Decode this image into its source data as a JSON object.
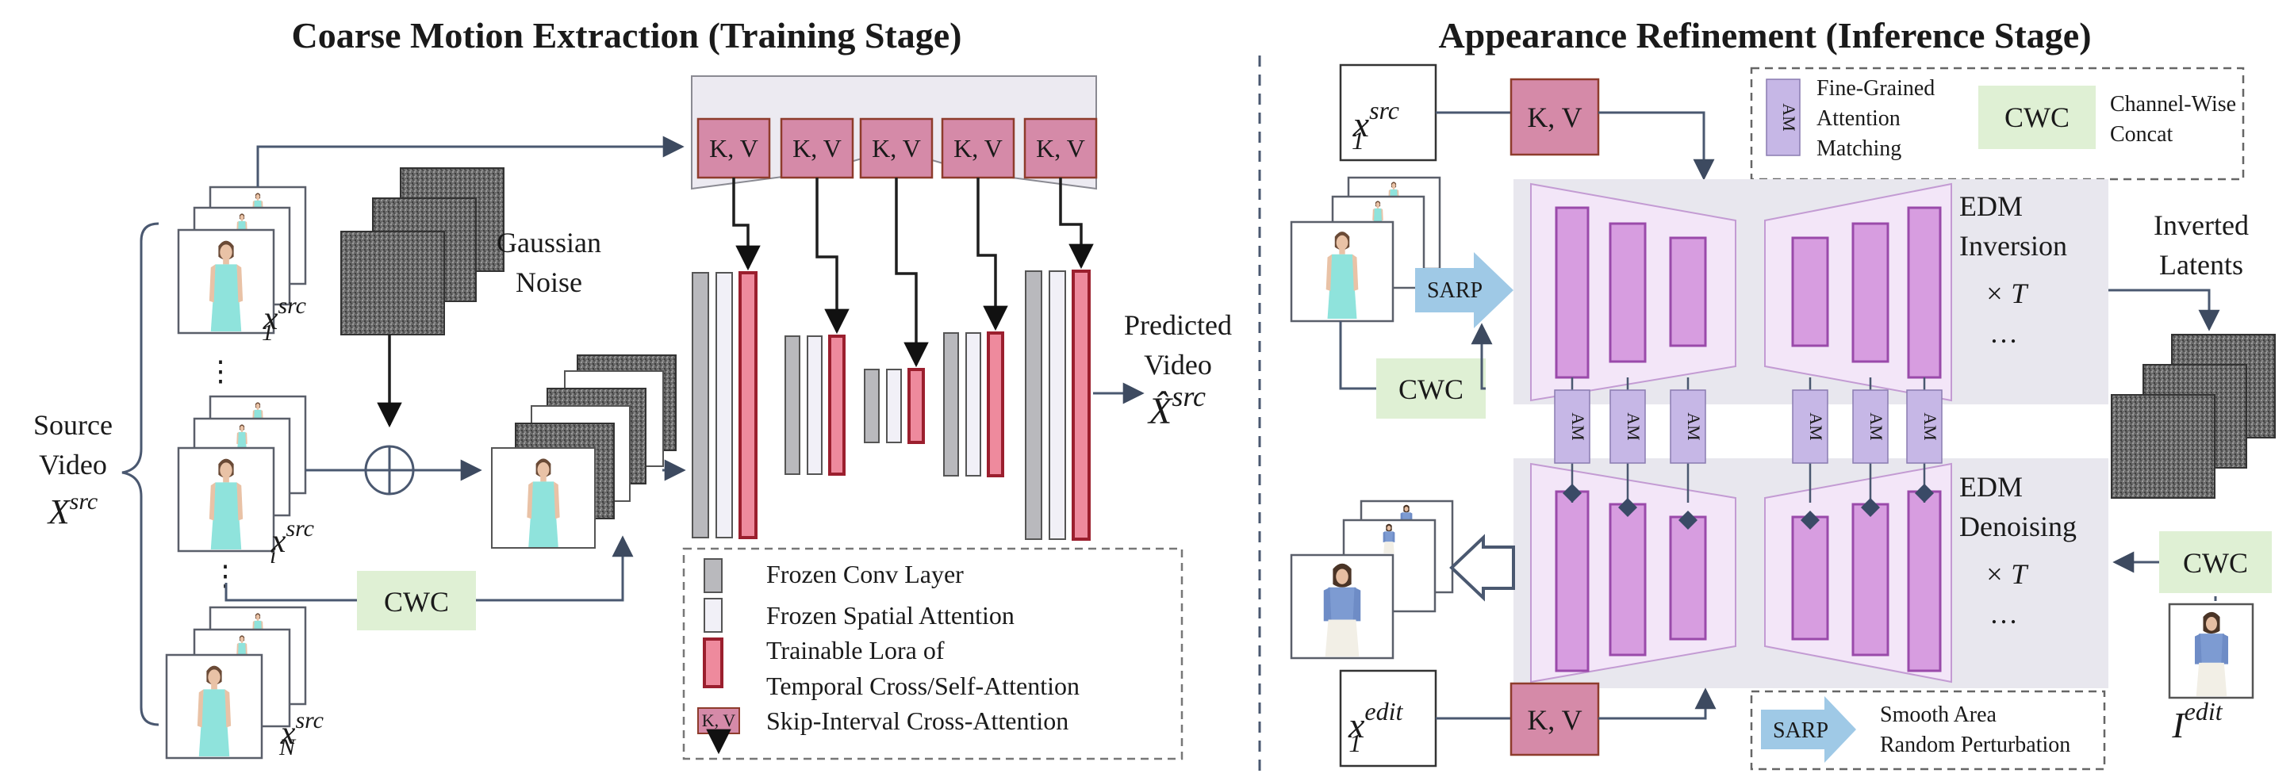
{
  "left_panel": {
    "title": "Coarse Motion Extraction (Training Stage)",
    "source_video_label": [
      "Source",
      "Video"
    ],
    "source_symbol": "X",
    "source_symbol_sup": "src",
    "frame_labels": [
      {
        "base": "x",
        "sub": "1",
        "sup": "src"
      },
      {
        "base": "x",
        "sub": "i",
        "sup": "src"
      },
      {
        "base": "x",
        "sub": "N",
        "sup": "src"
      }
    ],
    "ellipsis": "⋮",
    "noise_label": [
      "Gaussian",
      "Noise"
    ],
    "kv_label": "K, V",
    "cwc_label": "CWC",
    "predicted_label": [
      "Predicted",
      "Video"
    ],
    "predicted_symbol": "X̂",
    "predicted_symbol_sup": "src",
    "legend": [
      "Frozen Conv Layer",
      "Frozen Spatial Attention",
      "Trainable Lora of",
      "Temporal Cross/Self-Attention",
      "Skip-Interval Cross-Attention"
    ]
  },
  "right_panel": {
    "title": "Appearance Refinement (Inference Stage)",
    "x1_src": {
      "base": "x",
      "sub": "1",
      "sup": "src"
    },
    "x1_edit": {
      "base": "x",
      "sub": "1",
      "sup": "edit"
    },
    "i_edit": {
      "base": "I",
      "sup": "edit"
    },
    "kv_label": "K, V",
    "sarp_label": "SARP",
    "cwc_label": "CWC",
    "am_label": "AM",
    "inversion_label": [
      "EDM",
      "Inversion"
    ],
    "denoising_label": [
      "EDM",
      "Denoising"
    ],
    "times_t": "× T",
    "dots": "…",
    "inverted_label": [
      "Inverted",
      "Latents"
    ],
    "legend_top": {
      "am_text": [
        "Fine-Grained",
        "Attention",
        "Matching"
      ],
      "cwc_text": [
        "Channel-Wise",
        "Concat"
      ]
    },
    "legend_bottom": {
      "sarp_text": [
        "Smooth Area",
        "Random Perturbation"
      ]
    }
  },
  "colors": {
    "kv_fill": "#d58aa8",
    "kv_border": "#8e3c2c",
    "lora_fill": "#ee8a9d",
    "lora_border": "#9b1f2e",
    "conv_fill": "#b9b9bd",
    "spatial_fill": "#f1f0f7",
    "cwc_fill": "#dff0d4",
    "sarp_fill": "#9fc9e6",
    "am_fill": "#c6b7e6",
    "unet_fill": "#f3e6f8",
    "block_fill": "#d79de0",
    "block_border": "#9a4aaa",
    "band_fill": "#e8e7ee",
    "kv_panel_fill": "#eceaf1"
  }
}
